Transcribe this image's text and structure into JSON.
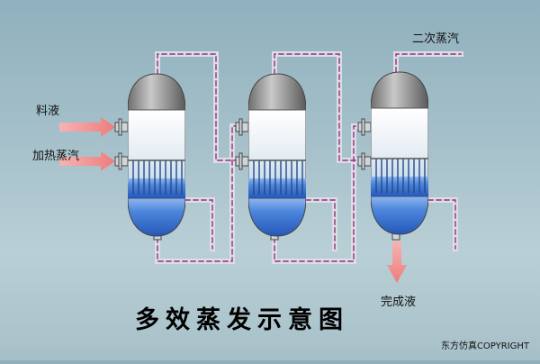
{
  "diagram": {
    "title": "多效蒸发示意图",
    "labels": {
      "feed_liquid": "料液",
      "heating_steam": "加热蒸汽",
      "secondary_steam": "二次蒸汽",
      "finished_liquid": "完成液"
    },
    "copyright": "东方仿真COPYRIGHT"
  },
  "colors": {
    "pipe": "#d9dfe3",
    "pipe_flow": "#9b2a8a",
    "liquid": "#3f7fd8",
    "shell_top": "#8c8c8c",
    "arrow": "#f08a8a"
  }
}
